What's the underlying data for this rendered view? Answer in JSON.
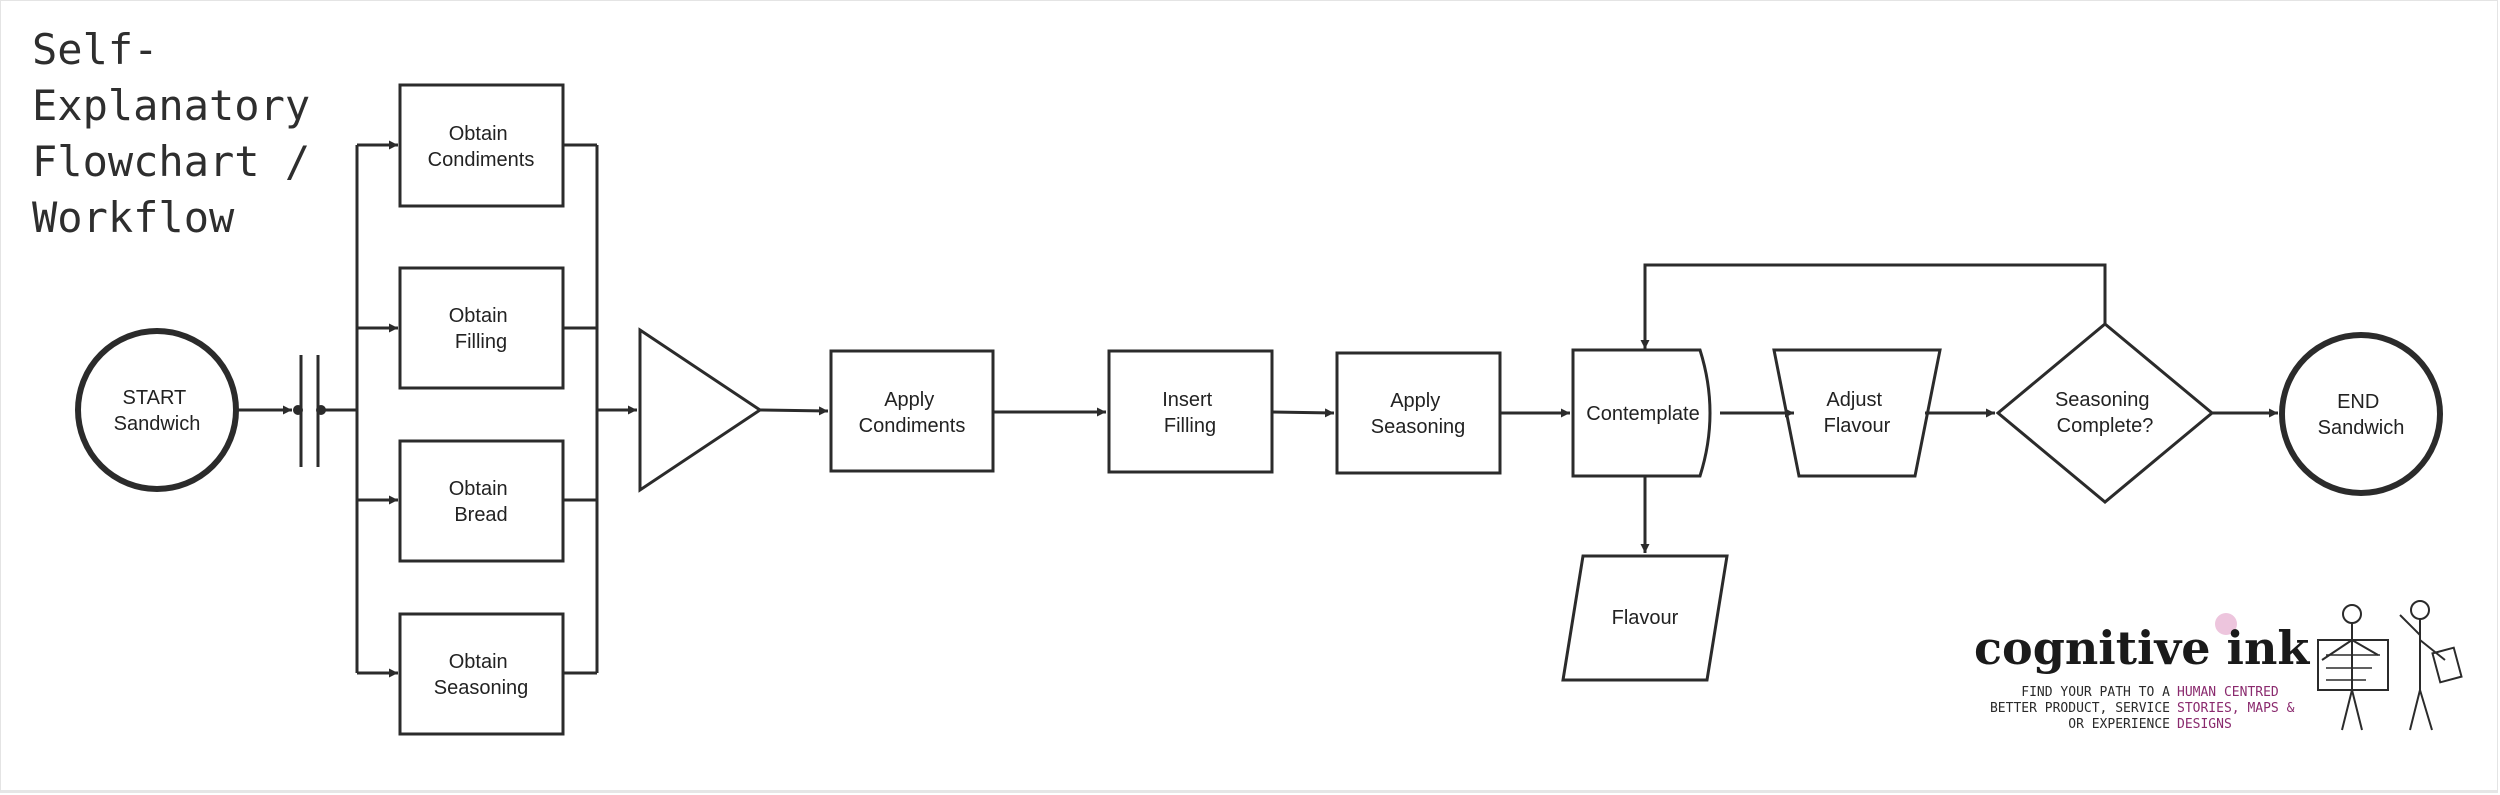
{
  "title": "Self-\nExplanatory\nFlowchart /\nWorkflow",
  "colors": {
    "stroke": "#2b2b2b",
    "text": "#222222",
    "logo_accent": "#8a2a6e"
  },
  "nodes": {
    "start": [
      "START",
      "Sandwich"
    ],
    "condiments": [
      "Obtain",
      "Condiments"
    ],
    "filling": [
      "Obtain",
      "Filling"
    ],
    "bread": [
      "Obtain",
      "Bread"
    ],
    "seasoning": [
      "Obtain",
      "Seasoning"
    ],
    "apply_condiments": [
      "Apply",
      "Condiments"
    ],
    "insert_filling": [
      "Insert",
      "Filling"
    ],
    "apply_seasoning": [
      "Apply",
      "Seasoning"
    ],
    "contemplate": [
      "Contemplate"
    ],
    "flavour": [
      "Flavour"
    ],
    "adjust_flavour": [
      "Adjust",
      "Flavour"
    ],
    "decision": [
      "Seasoning",
      "Complete?"
    ],
    "end": [
      "END",
      "Sandwich"
    ]
  },
  "logo": {
    "wordmark": "cognitive ink",
    "tagline_left": [
      "FIND YOUR PATH TO A",
      "BETTER PRODUCT, SERVICE",
      "OR EXPERIENCE"
    ],
    "tagline_right": [
      "HUMAN CENTRED",
      "STORIES, MAPS &",
      "DESIGNS"
    ]
  }
}
